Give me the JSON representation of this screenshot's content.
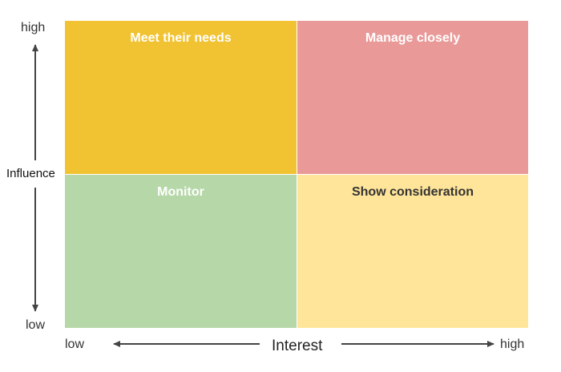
{
  "quadrants": {
    "top_left": {
      "label": "Meet their needs",
      "color": "#F1C232",
      "text_color": "#ffffff"
    },
    "top_right": {
      "label": "Manage closely",
      "color": "#EA9999",
      "text_color": "#ffffff"
    },
    "bottom_left": {
      "label": "Monitor",
      "color": "#B6D7A8",
      "text_color": "#ffffff"
    },
    "bottom_right": {
      "label": "Show consideration",
      "color": "#FFE599",
      "text_color": "#333333"
    }
  },
  "y_axis": {
    "title": "Influence",
    "high_label": "high",
    "low_label": "low"
  },
  "x_axis": {
    "title": "Interest",
    "low_label": "low",
    "high_label": "high"
  },
  "colors": {
    "arrow": "#444444",
    "text": "#333333"
  }
}
